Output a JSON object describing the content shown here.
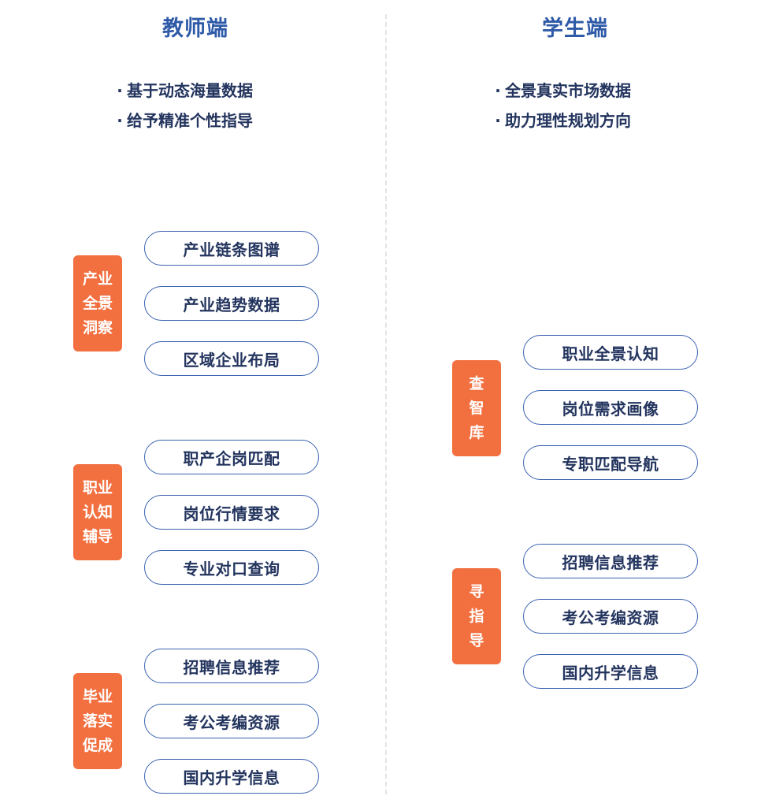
{
  "teacher": {
    "title": "教师端",
    "bullets": [
      "基于动态海量数据",
      "给予精准个性指导"
    ],
    "groups": [
      {
        "tag": [
          "产业",
          "全景",
          "洞察"
        ],
        "items": [
          "产业链条图谱",
          "产业趋势数据",
          "区域企业布局"
        ]
      },
      {
        "tag": [
          "职业",
          "认知",
          "辅导"
        ],
        "items": [
          "职产企岗匹配",
          "岗位行情要求",
          "专业对口查询"
        ]
      },
      {
        "tag": [
          "毕业",
          "落实",
          "促成"
        ],
        "items": [
          "招聘信息推荐",
          "考公考编资源",
          "国内升学信息"
        ]
      }
    ]
  },
  "student": {
    "title": "学生端",
    "bullets": [
      "全景真实市场数据",
      "助力理性规划方向"
    ],
    "groups": [
      {
        "tag": [
          "查",
          "智",
          "库"
        ],
        "items": [
          "职业全景认知",
          "岗位需求画像",
          "专职匹配导航"
        ]
      },
      {
        "tag": [
          "寻",
          "指",
          "导"
        ],
        "items": [
          "招聘信息推荐",
          "考公考编资源",
          "国内升学信息"
        ]
      }
    ]
  },
  "bullet_marker": "·",
  "colors": {
    "tag_bg": "#f26f3f",
    "title": "#2e5aa8",
    "pill_border": "#3a63b0",
    "text": "#23345e"
  }
}
